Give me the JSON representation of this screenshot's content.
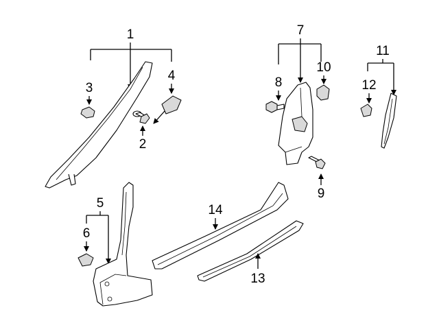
{
  "callouts": [
    {
      "id": "c1",
      "text": "1"
    },
    {
      "id": "c2",
      "text": "2"
    },
    {
      "id": "c3",
      "text": "3"
    },
    {
      "id": "c4",
      "text": "4"
    },
    {
      "id": "c5",
      "text": "5"
    },
    {
      "id": "c6",
      "text": "6"
    },
    {
      "id": "c7",
      "text": "7"
    },
    {
      "id": "c8",
      "text": "8"
    },
    {
      "id": "c9",
      "text": "9"
    },
    {
      "id": "c10",
      "text": "10"
    },
    {
      "id": "c11",
      "text": "11"
    },
    {
      "id": "c12",
      "text": "12"
    },
    {
      "id": "c13",
      "text": "13"
    },
    {
      "id": "c14",
      "text": "14"
    }
  ]
}
